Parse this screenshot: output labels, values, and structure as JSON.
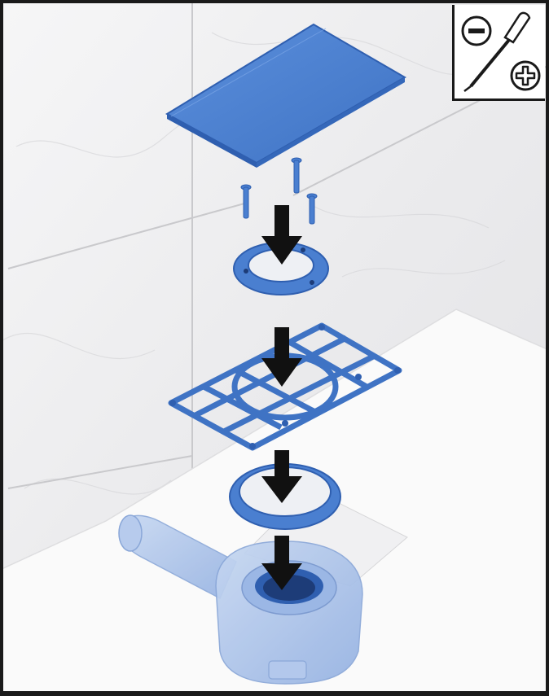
{
  "illustration": {
    "subject": "shower-drain-assembly",
    "parts": [
      "cover-plate",
      "screws",
      "clamping-ring",
      "mounting-frame",
      "sealing-ring",
      "drain-trap"
    ],
    "step_arrows": 4
  },
  "tools": [
    "flat-screwdriver-icon",
    "phillips-screwdriver-icon"
  ],
  "colors": {
    "part_blue": "#4a7fd0",
    "part_blue_dark": "#2f5fb0",
    "drain_light_blue": "#a9c3ea",
    "arrow": "#111111",
    "tile": "#eeeeef",
    "frame": "#1a1a1a"
  }
}
